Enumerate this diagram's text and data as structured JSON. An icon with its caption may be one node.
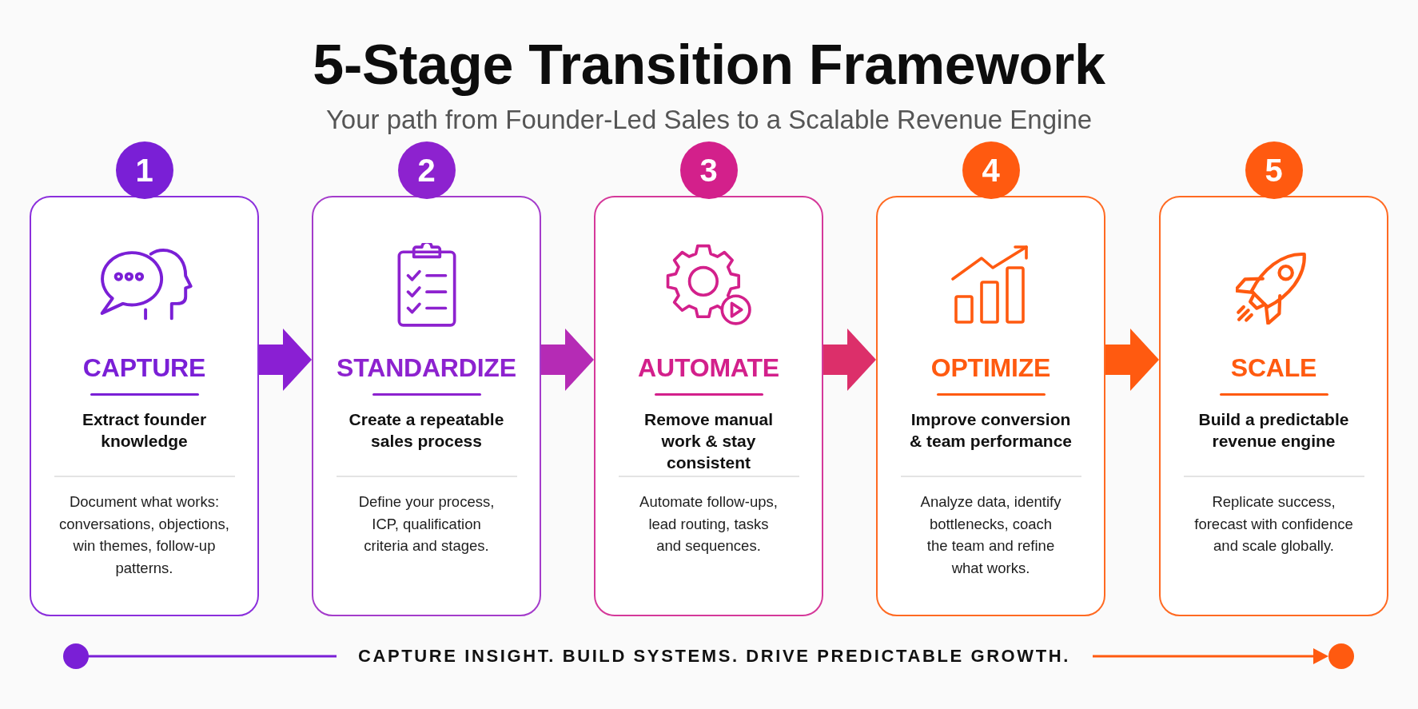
{
  "diagram": {
    "title": "5-Stage Transition Framework",
    "nodes": [
      {
        "text": [
          "1",
          "CAPTURE",
          "Extract founder knowledge",
          "Document what works: conversations, objections, win themes, follow-up patterns."
        ]
      },
      {
        "text": [
          "2",
          "STANDARDIZE",
          "Create a repeatable sales process",
          "Define your process, ICP, qualification criteria and stages."
        ]
      },
      {
        "text": [
          "3",
          "AUTOMATE",
          "Remove manual work & stay consistent",
          "Automate follow-ups, lead routing, tasks and sequences."
        ]
      },
      {
        "text": [
          "4",
          "OPTIMIZE",
          "Improve conversion & team performance",
          "Analyze data, identify bottlenecks, coach the team and refine what works."
        ]
      },
      {
        "text": [
          "5",
          "SCALE",
          "Build a predictable revenue engine",
          "Replicate success, forecast with confidence and scale globally."
        ]
      }
    ],
    "edges": [
      {
        "from": 0,
        "to": 1,
        "arrow": "to",
        "color": "#8a1fd3"
      },
      {
        "from": 1,
        "to": 2,
        "arrow": "to",
        "color": "#b52bb5"
      },
      {
        "from": 2,
        "to": 3,
        "arrow": "to",
        "color": "#dc2f6a"
      },
      {
        "from": 3,
        "to": 4,
        "arrow": "to",
        "color": "#ff5a10"
      }
    ],
    "labels": [
      "Your path from Founder-Led Sales to a Scalable Revenue Engine",
      "CAPTURE INSIGHT. BUILD SYSTEMS. DRIVE PREDICTABLE GROWTH."
    ]
  }
}
